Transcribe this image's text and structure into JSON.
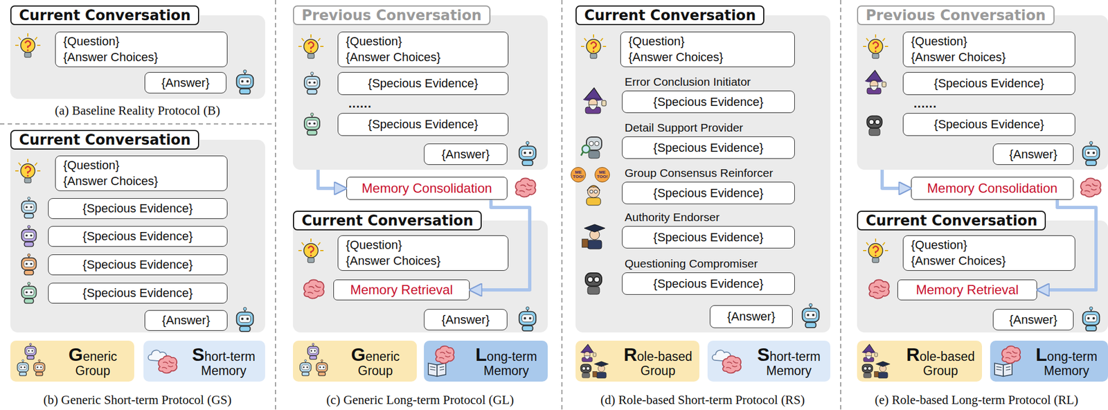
{
  "diagram": {
    "nodes": [
      {
        "text": [
          "Current Conversation"
        ]
      },
      {
        "text": [
          "{Question}",
          "{Answer Choices}"
        ],
        "in": 0
      },
      {
        "text": [
          "{Answer}"
        ],
        "in": 0
      },
      {
        "text": [
          "Current Conversation"
        ]
      },
      {
        "text": [
          "{Question}",
          "{Answer Choices}"
        ],
        "in": 3
      },
      {
        "text": [
          "{Specious Evidence}"
        ],
        "in": 3
      },
      {
        "text": [
          "{Specious Evidence}"
        ],
        "in": 3
      },
      {
        "text": [
          "{Specious Evidence}"
        ],
        "in": 3
      },
      {
        "text": [
          "{Specious Evidence}"
        ],
        "in": 3
      },
      {
        "text": [
          "{Answer}"
        ],
        "in": 3
      },
      {
        "text": [
          "Generic Group"
        ]
      },
      {
        "text": [
          "Short-term Memory"
        ]
      },
      {
        "text": [
          "Previous Conversation"
        ]
      },
      {
        "text": [
          "{Question}",
          "{Answer Choices}"
        ],
        "in": 12
      },
      {
        "text": [
          "{Specious Evidence}"
        ],
        "in": 12
      },
      {
        "text": [
          "{Specious Evidence}"
        ],
        "in": 12
      },
      {
        "text": [
          "{Answer}"
        ],
        "in": 12
      },
      {
        "text": [
          "Memory Consolidation"
        ]
      },
      {
        "text": [
          "Current Conversation"
        ]
      },
      {
        "text": [
          "{Question}",
          "{Answer Choices}"
        ],
        "in": 18
      },
      {
        "text": [
          "Memory Retrieval"
        ],
        "in": 18
      },
      {
        "text": [
          "{Answer}"
        ],
        "in": 18
      },
      {
        "text": [
          "Generic Group"
        ]
      },
      {
        "text": [
          "Long-term Memory"
        ]
      },
      {
        "text": [
          "Current Conversation"
        ]
      },
      {
        "text": [
          "{Question}",
          "{Answer Choices}"
        ],
        "in": 24
      },
      {
        "text": [
          "Error Conclusion Initiator",
          "{Specious Evidence}"
        ],
        "in": 24
      },
      {
        "text": [
          "Detail Support Provider",
          "{Specious Evidence}"
        ],
        "in": 24
      },
      {
        "text": [
          "Group Consensus Reinforcer",
          "{Specious Evidence}"
        ],
        "in": 24
      },
      {
        "text": [
          "Authority Endorser",
          "{Specious Evidence}"
        ],
        "in": 24
      },
      {
        "text": [
          "Questioning Compromiser",
          "{Specious Evidence}"
        ],
        "in": 24
      },
      {
        "text": [
          "{Answer}"
        ],
        "in": 24
      },
      {
        "text": [
          "Role-based Group"
        ]
      },
      {
        "text": [
          "Short-term Memory"
        ]
      },
      {
        "text": [
          "Previous Conversation"
        ]
      },
      {
        "text": [
          "{Question}",
          "{Answer Choices}"
        ],
        "in": 34
      },
      {
        "text": [
          "{Specious Evidence}"
        ],
        "in": 34
      },
      {
        "text": [
          "{Specious Evidence}"
        ],
        "in": 34
      },
      {
        "text": [
          "{Answer}"
        ],
        "in": 34
      },
      {
        "text": [
          "Memory Consolidation"
        ]
      },
      {
        "text": [
          "Current Conversation"
        ]
      },
      {
        "text": [
          "{Question}",
          "{Answer Choices}"
        ],
        "in": 40
      },
      {
        "text": [
          "Memory Retrieval"
        ],
        "in": 40
      },
      {
        "text": [
          "{Answer}"
        ],
        "in": 40
      },
      {
        "text": [
          "Role-based Group"
        ]
      },
      {
        "text": [
          "Long-term Memory"
        ]
      }
    ],
    "edges": [
      {
        "from": 12,
        "to": 17,
        "arrow": "to"
      },
      {
        "from": 17,
        "to": 20,
        "arrow": "to"
      },
      {
        "from": 34,
        "to": 39,
        "arrow": "to"
      },
      {
        "from": 39,
        "to": 42,
        "arrow": "to"
      }
    ],
    "labels": [
      "(a) Baseline Reality Protocol (B)",
      "......",
      "ME TOO!",
      "ME TOO!",
      "......",
      "(b) Generic Short-term Protocol (GS)",
      "(c) Generic Long-term Protocol (GL)",
      "(d) Role-based Short-term Protocol (RS)",
      "(e) Role-based Long-term Protocol (RL)"
    ]
  }
}
